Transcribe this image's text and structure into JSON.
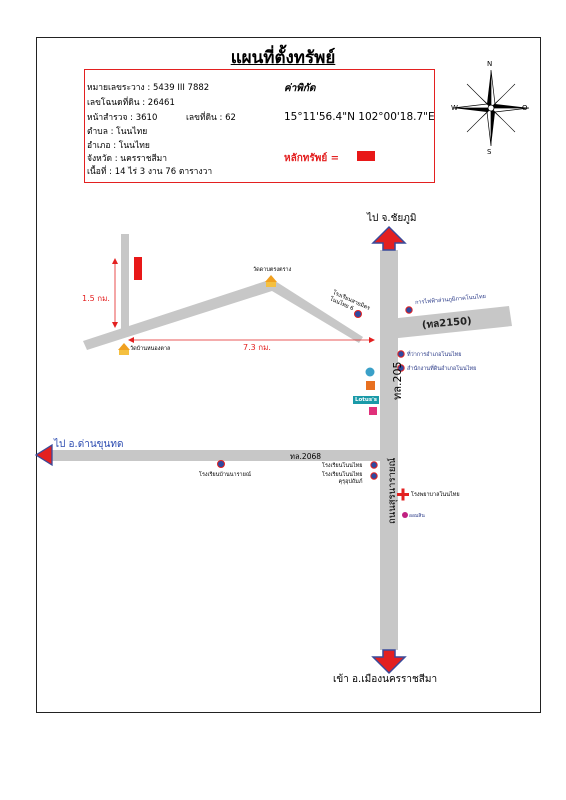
{
  "title": "แผนที่ตั้งทรัพย์",
  "parcel": {
    "survey_sheet": "หมายเลขระวาง : 5439 III 7882",
    "land_no": "เลขโฉนดที่ดิน : 26461",
    "page_survey": "หน้าสำรวจ : 3610",
    "parcel_no": "เลขที่ดิน : 62",
    "subdistrict": "ตำบล : โนนไทย",
    "district": "อำเภอ : โนนไทย",
    "province": "จังหวัด : นครราชสีมา",
    "area": "เนื้อที่ : 14  ไร่ 3 งาน 76  ตารางวา"
  },
  "coordinates": {
    "heading": "ค่าพิกัด",
    "value": "15°11'56.4\"N 102°00'18.7\"E"
  },
  "legend": {
    "label": "หลักทรัพย์  =",
    "color": "#e81818"
  },
  "compass": {
    "n": "N",
    "s": "S",
    "e": "O",
    "w": "W"
  },
  "directions": {
    "north": "ไป จ.ชัยภูมิ",
    "south": "เข้า อ.เมืองนครราชสีมา",
    "west": "ไป อ.ด่านขุนทด"
  },
  "roads": {
    "route_205": "ทล.205",
    "route_2150": "(ทล2150)",
    "route_2068": "ทล.2068",
    "suranarai": "ถนนสุรนารายณ์"
  },
  "distances": {
    "vertical": "1.5 กม.",
    "horizontal": "7.3 กม."
  },
  "landmarks": {
    "temple_1": "วัดดาบตรงตราง",
    "temple_2": "วัดบ้านหนองตาล",
    "school_1": "โรงเรียนสายมิตร\nโนนไทย 6",
    "pea": "การไฟฟ้าส่วนภูมิภาคโนนไทย",
    "district_office": "ที่ว่าการอำเภอโนนไทย",
    "land_office": "สำนักงานที่ดินอำเภอโนนไทย",
    "school_2": "โรงเรียนบ้านนารายณ์",
    "school_3": "โรงเรียนโนนไทย",
    "school_4": "โรงเรียนโนนไทย\nคุรุอุปถัมภ์",
    "hospital": "โรงพยาบาลโนนไทย",
    "lotus": "Lotus's",
    "bank": "ออมสิน"
  }
}
